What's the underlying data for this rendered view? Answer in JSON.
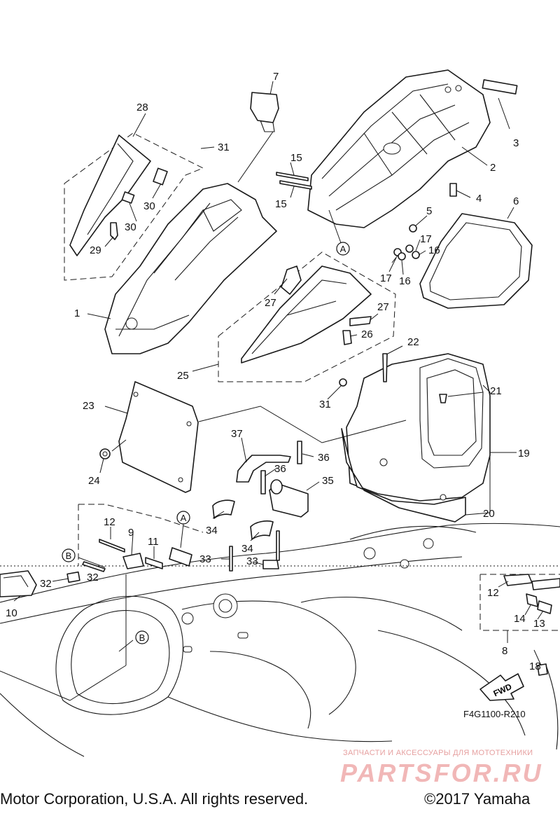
{
  "diagram": {
    "part_numbers": [
      "1",
      "2",
      "3",
      "4",
      "5",
      "6",
      "7",
      "8",
      "9",
      "10",
      "11",
      "12",
      "12",
      "13",
      "14",
      "15",
      "15",
      "16",
      "16",
      "17",
      "17",
      "18",
      "19",
      "20",
      "21",
      "22",
      "23",
      "24",
      "25",
      "26",
      "27",
      "27",
      "28",
      "29",
      "30",
      "30",
      "31",
      "31",
      "32",
      "32",
      "33",
      "33",
      "34",
      "34",
      "35",
      "36",
      "36",
      "37"
    ],
    "reference_markers": [
      "A",
      "A",
      "B",
      "B"
    ],
    "fwd_label": "FWD",
    "drawing_code": "F4G1100-R210"
  },
  "watermark": {
    "tagline": "ЗАПЧАСТИ И АКСЕССУАРЫ ДЛЯ МОТОТЕХНИКИ",
    "brand": "PARTSFOR.RU"
  },
  "footer": {
    "copyright_left": "Motor Corporation, U.S.A. All rights reserved.",
    "copyright_right": "©2017 Yamaha"
  }
}
